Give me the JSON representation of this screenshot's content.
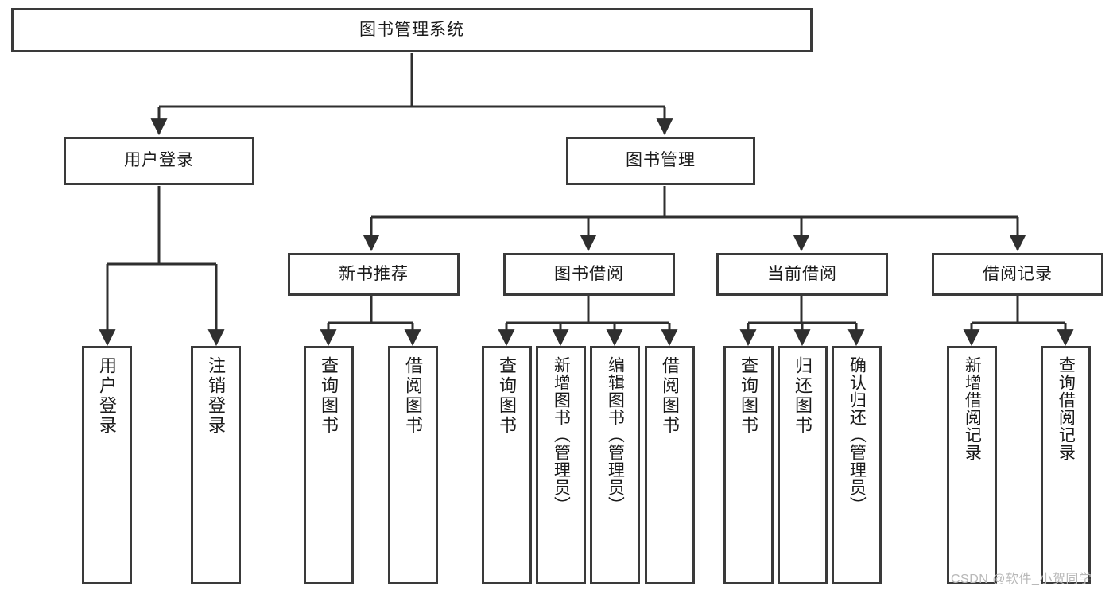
{
  "diagram": {
    "title": "图书管理系统",
    "type": "tree-hierarchy-chart",
    "watermark": "CSDN @软件_小贺同学",
    "colors": {
      "box_border": "#3a3a3a",
      "box_fill": "#ffffff",
      "edge": "#2f2f2f",
      "text": "#1a1a1a",
      "watermark": "#b9b9b9",
      "background": "#ffffff"
    },
    "nodes": {
      "root": {
        "label": "图书管理系统"
      },
      "level2": [
        {
          "id": "user-login",
          "label": "用户登录"
        },
        {
          "id": "book-manage",
          "label": "图书管理"
        }
      ],
      "level3": [
        {
          "id": "new-book-recommend",
          "label": "新书推荐"
        },
        {
          "id": "book-borrow",
          "label": "图书借阅"
        },
        {
          "id": "current-borrow",
          "label": "当前借阅"
        },
        {
          "id": "borrow-record",
          "label": "借阅记录"
        }
      ],
      "leaves": {
        "user_login": [
          {
            "id": "leaf-user-login",
            "label": "用户登录"
          },
          {
            "id": "leaf-logout-login",
            "label": "注销登录"
          }
        ],
        "new_book_recommend": [
          {
            "id": "leaf-query-book-1",
            "label": "查询图书"
          },
          {
            "id": "leaf-borrow-book-1",
            "label": "借阅图书"
          }
        ],
        "book_borrow": [
          {
            "id": "leaf-query-book-2",
            "label": "查询图书"
          },
          {
            "id": "leaf-add-book",
            "label": "新增图书（管理员）"
          },
          {
            "id": "leaf-edit-book",
            "label": "编辑图书（管理员）"
          },
          {
            "id": "leaf-borrow-book-2",
            "label": "借阅图书"
          }
        ],
        "current_borrow": [
          {
            "id": "leaf-query-book-3",
            "label": "查询图书"
          },
          {
            "id": "leaf-return-book",
            "label": "归还图书"
          },
          {
            "id": "leaf-confirm-return",
            "label": "确认归还（管理员）"
          }
        ],
        "borrow_record": [
          {
            "id": "leaf-add-record",
            "label": "新增借阅记录"
          },
          {
            "id": "leaf-query-record",
            "label": "查询借阅记录"
          }
        ]
      }
    }
  }
}
